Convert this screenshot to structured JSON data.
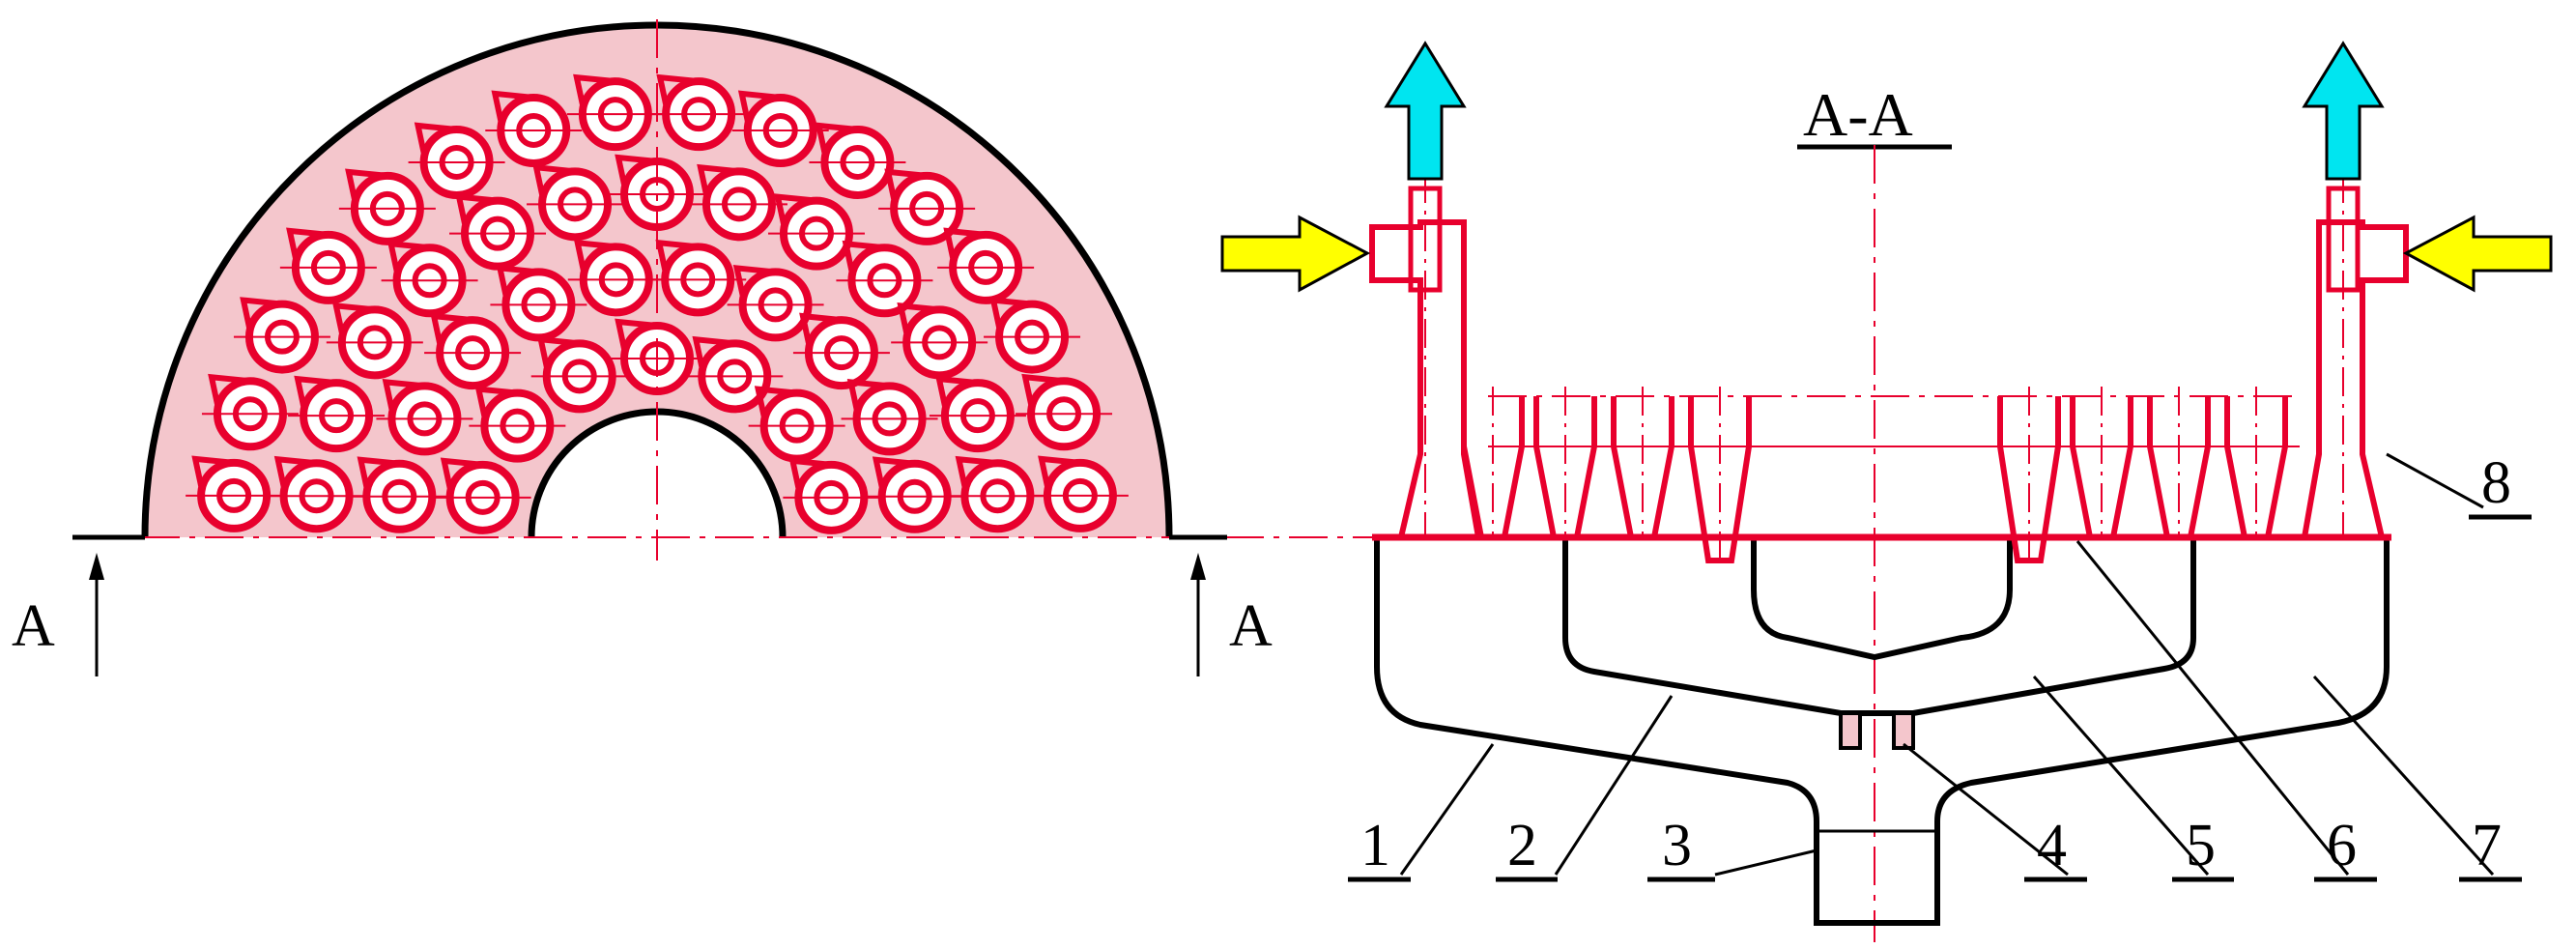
{
  "section_label": "A-A",
  "cut_markers": [
    "A",
    "A"
  ],
  "part_numbers": [
    "1",
    "2",
    "3",
    "4",
    "5",
    "6",
    "7",
    "8"
  ],
  "colors": {
    "cyclone": "#e8002d",
    "outline": "#000000",
    "outlet_arrow": "#00e5f0",
    "inlet_arrow": "#ffff00"
  },
  "icons": {
    "outlet": "up-arrow-icon",
    "inlet": "right-arrow-icon"
  }
}
